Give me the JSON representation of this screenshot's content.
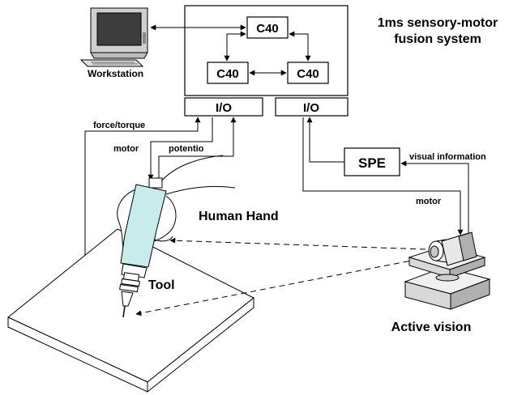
{
  "labels": {
    "workstation": "Workstation",
    "c40_top": "C40",
    "c40_left": "C40",
    "c40_right": "C40",
    "system_title_line1": "1ms sensory-motor",
    "system_title_line2": "fusion system",
    "io_left": "I/O",
    "io_right": "I/O",
    "force_torque": "force/torque",
    "motor_left": "motor",
    "potentio": "potentio",
    "spe": "SPE",
    "visual_information": "visual information",
    "motor_right": "motor",
    "human_hand": "Human Hand",
    "tool": "Tool",
    "active_vision": "Active vision"
  },
  "colors": {
    "stroke": "#000000",
    "tool_body": "#c8ecec",
    "hand_fill": "#ffffff",
    "camera_light": "#f0f0f0",
    "camera_dark": "#b0b0b0"
  },
  "icons": {
    "workstation": "workstation-computer-icon",
    "camera": "active-vision-camera-icon",
    "hand": "human-hand-illustration",
    "tool": "tool-illustration"
  }
}
